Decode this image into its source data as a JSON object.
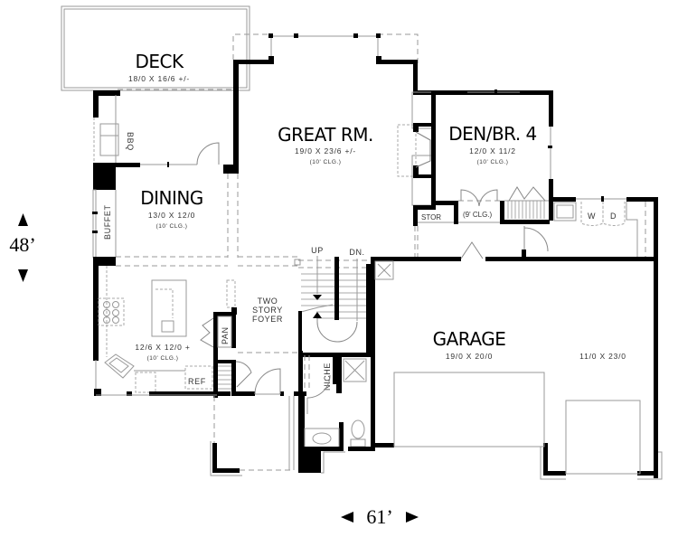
{
  "plan": {
    "rooms": {
      "deck": {
        "name": "DECK",
        "dims": "18/0 X 16/6 +/-"
      },
      "great": {
        "name": "GREAT RM.",
        "dims": "19/0 X 23/6 +/-",
        "ceiling": "(10' CLG.)"
      },
      "den": {
        "name": "DEN/BR. 4",
        "dims": "12/0 X 11/2",
        "ceiling": "(10' CLG.)"
      },
      "dining": {
        "name": "DINING",
        "dims": "13/0 X 12/0",
        "ceiling": "(10' CLG.)"
      },
      "kitchen": {
        "dims": "12/6 X 12/0 +",
        "ceiling": "(10' CLG.)"
      },
      "foyer": {
        "line1": "TWO",
        "line2": "STORY",
        "line3": "FOYER"
      },
      "garage": {
        "name": "GARAGE",
        "dims": "19/0 X 20/0",
        "dims2": "11/0 X 23/0"
      }
    },
    "labels": {
      "bbq": "BBQ",
      "buffet": "BUFFET",
      "pan": "PAN",
      "ref": "REF",
      "stor": "STOR",
      "closet_clg": "(9' CLG.)",
      "up": "UP",
      "dn": "DN.",
      "niche": "NICHE",
      "washer": "W",
      "dryer": "D"
    },
    "dimensions": {
      "depth": "48’",
      "width": "61’"
    }
  }
}
